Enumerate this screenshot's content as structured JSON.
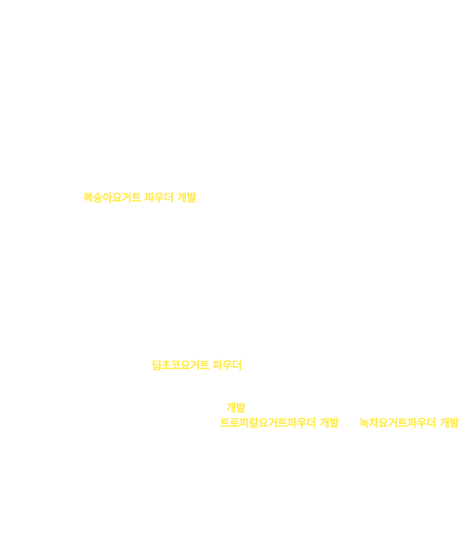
{
  "colors": {
    "background": "#ffffff",
    "label_text": "#ffe93a"
  },
  "labels": {
    "peach": "복숭아요거트 파우더 개발",
    "mintchoco_line1": "딥초코요거트 파우더",
    "mintchoco_line2": "개발",
    "tropical": "트로피칼요거트파우더 개발",
    "greentea": "녹차요거트파우더 개발"
  }
}
